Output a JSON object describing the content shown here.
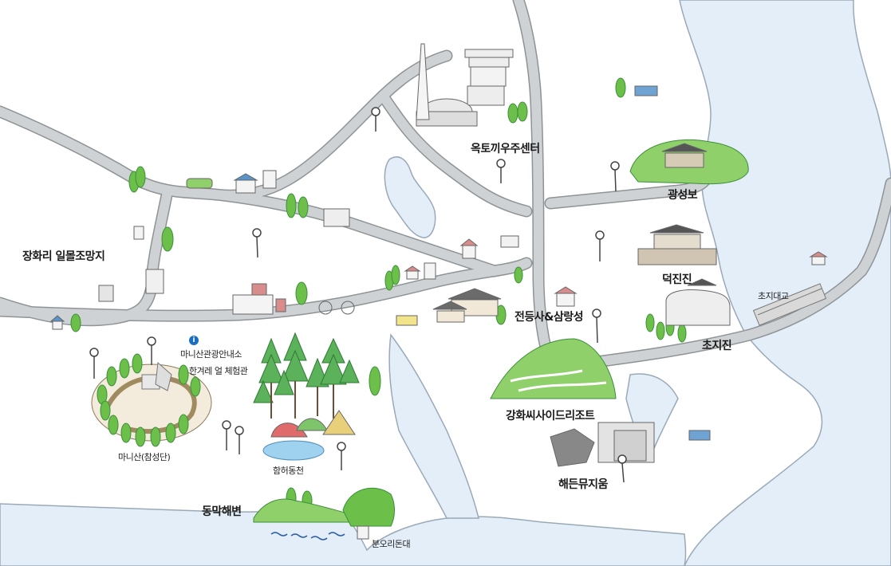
{
  "colors": {
    "water": "#e3eef8",
    "water_edge": "#9aa9b8",
    "road": "#cfd2d4",
    "road_edge": "#8e9396",
    "tree": "#6cc04a",
    "tree_dark": "#3b8f3a",
    "pine": "#5bb25a",
    "building": "#f4f4f4",
    "roof": "#d98c8c",
    "blue_roof": "#5a93c8",
    "text": "#1a1a1a",
    "info_icon": "#1a6fc4"
  },
  "places": {
    "okto_space_center": "옥토끼우주센터",
    "gwangseongbo": "광성보",
    "jeonghwari_sunset": "장화리 일몰조망지",
    "deokjinjin": "덕진진",
    "chojijin": "초지진",
    "choji_bridge": "초지대교",
    "jeondeungsa": "전등사&삼랑성",
    "manisan_info": "마니산관광안내소",
    "hangyeore_workshop": "한겨레 얼 체험관",
    "manisan": "마니산(참성단)",
    "hamheodongcheon": "함허동천",
    "ganghwa_seaside_resort": "강화씨사이드리조트",
    "haedeun_museum": "해든뮤지움",
    "dongmak_beach": "동막해변",
    "bunori_dondae": "분오리돈대"
  },
  "icons": {
    "info": "info-icon",
    "info_glyph": "i"
  }
}
